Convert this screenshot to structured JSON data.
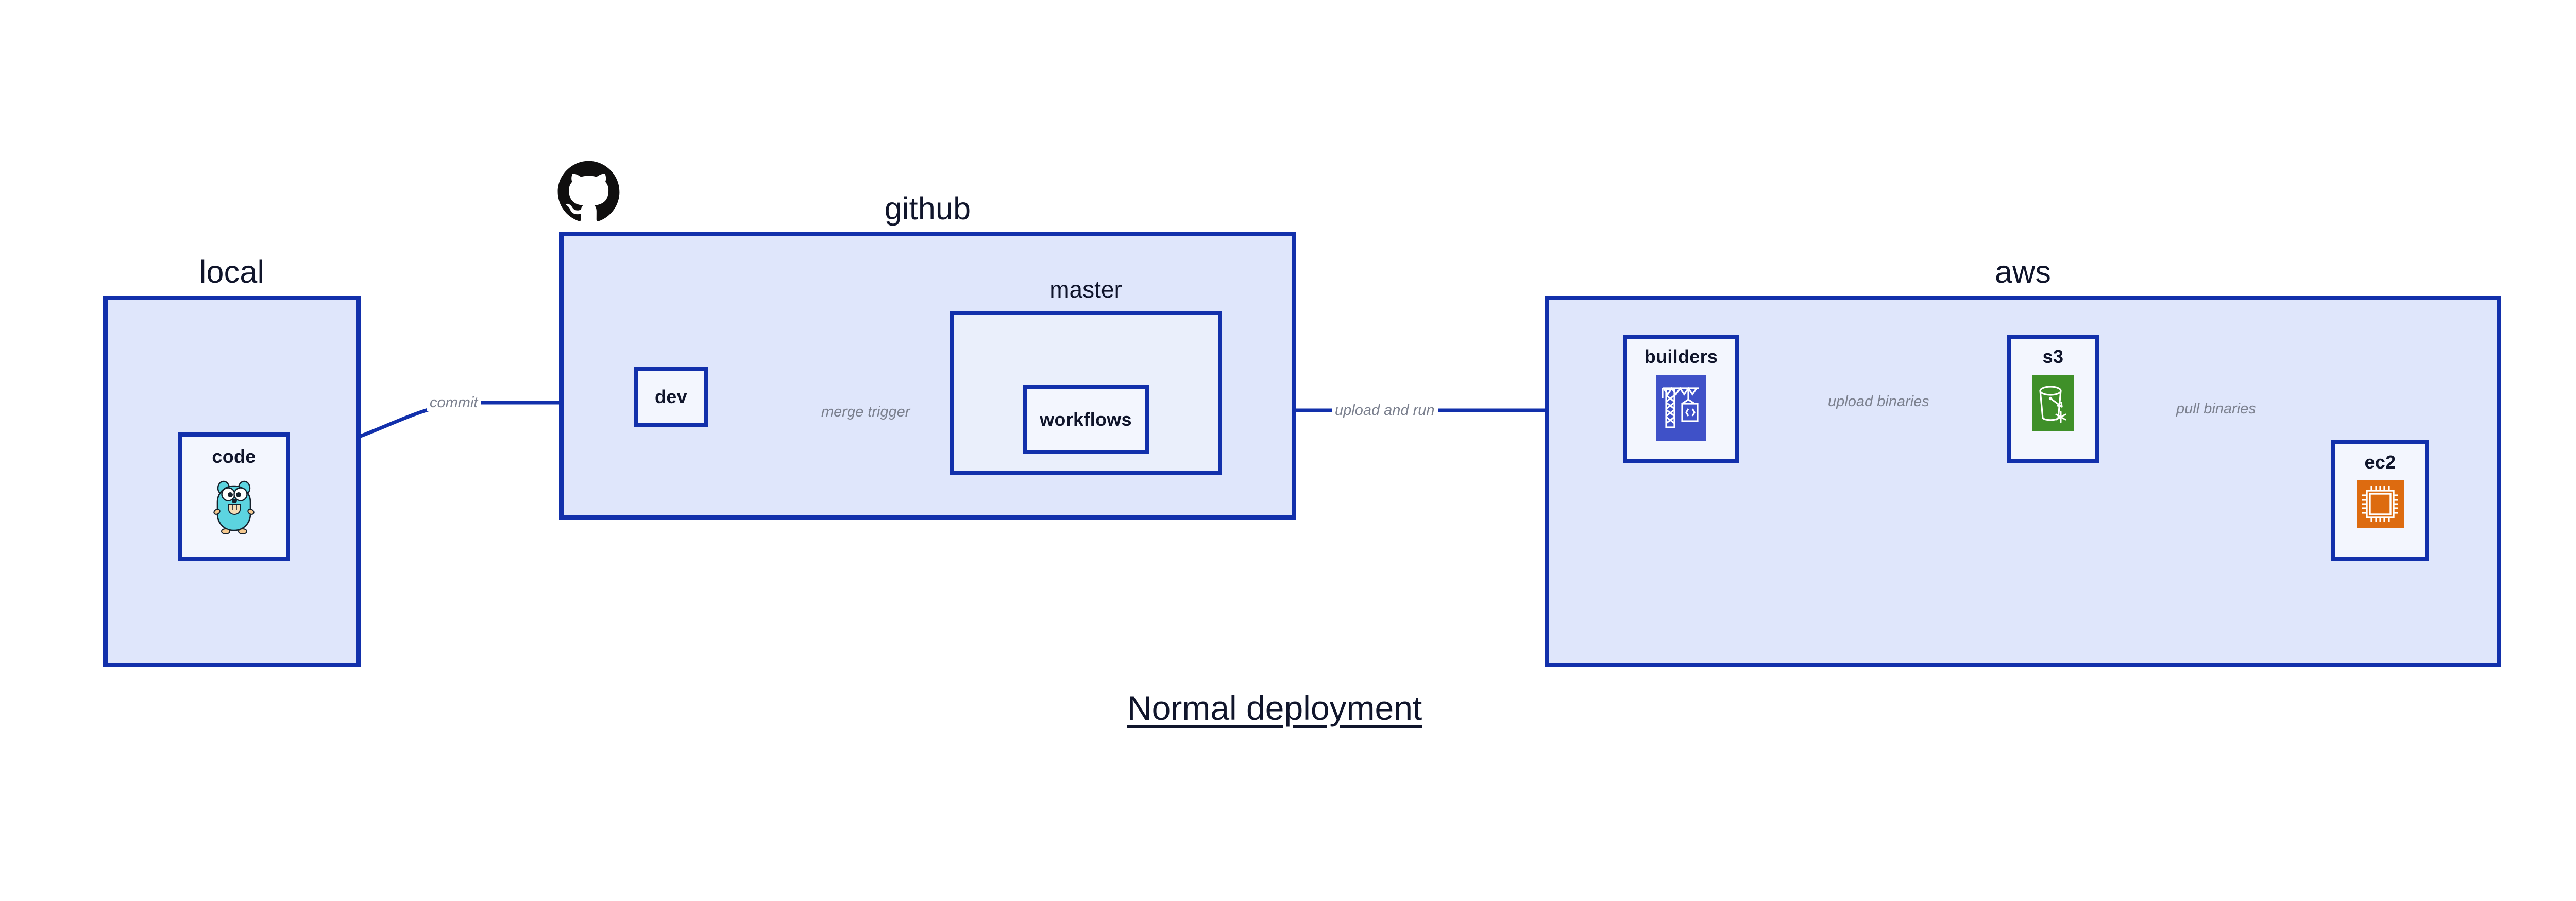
{
  "diagram": {
    "title": "Normal deployment",
    "accent_border": "#1230ab",
    "container_fill": "#dfe6fb",
    "node_fill": "#eaeefc",
    "label_color": "#7c818f"
  },
  "containers": [
    {
      "id": "local",
      "label": "local"
    },
    {
      "id": "github",
      "label": "github"
    },
    {
      "id": "aws",
      "label": "aws"
    }
  ],
  "groups": [
    {
      "id": "master",
      "label": "master"
    }
  ],
  "nodes": [
    {
      "id": "code",
      "label": "code",
      "icon": "go-gopher-icon",
      "parent": "local"
    },
    {
      "id": "dev",
      "label": "dev",
      "icon": "",
      "parent": "github"
    },
    {
      "id": "workflows",
      "label": "workflows",
      "icon": "",
      "parent": "master"
    },
    {
      "id": "builders",
      "label": "builders",
      "icon": "aws-codebuild-icon",
      "parent": "aws"
    },
    {
      "id": "s3",
      "label": "s3",
      "icon": "aws-s3-bucket-icon",
      "parent": "aws"
    },
    {
      "id": "ec2",
      "label": "ec2",
      "icon": "aws-ec2-chip-icon",
      "parent": "aws"
    }
  ],
  "edges": [
    {
      "id": "commit",
      "label": "commit",
      "from": "code",
      "to": "dev"
    },
    {
      "id": "merge-trigger",
      "label": "merge trigger",
      "from": "dev",
      "to": "workflows"
    },
    {
      "id": "upload-run",
      "label": "upload and run",
      "from": "workflows",
      "to": "builders"
    },
    {
      "id": "upload-bin",
      "label": "upload binaries",
      "from": "builders",
      "to": "s3"
    },
    {
      "id": "pull-bin",
      "label": "pull binaries",
      "from": "s3",
      "to": "ec2"
    }
  ],
  "icons": {
    "github_logo": "github-octocat-icon",
    "builders_bg": "#3f51c8",
    "s3_bg": "#3f9029",
    "ec2_bg": "#dd6b10"
  }
}
